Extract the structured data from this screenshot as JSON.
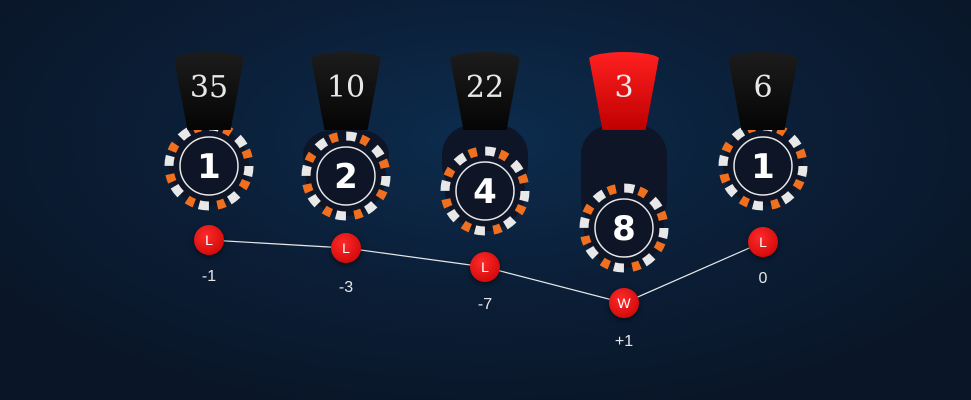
{
  "steps": [
    {
      "odds": "35",
      "bet": "1",
      "result": "L",
      "balance": "-1",
      "cup_color": "#111111"
    },
    {
      "odds": "10",
      "bet": "2",
      "result": "L",
      "balance": "-3",
      "cup_color": "#111111"
    },
    {
      "odds": "22",
      "bet": "4",
      "result": "L",
      "balance": "-7",
      "cup_color": "#111111"
    },
    {
      "odds": "3",
      "bet": "8",
      "result": "W",
      "balance": "+1",
      "cup_color": "#e00000"
    },
    {
      "odds": "6",
      "bet": "1",
      "result": "L",
      "balance": "0",
      "cup_color": "#111111"
    }
  ],
  "colors": {
    "background": "#0b1f38",
    "chip": "#0d1526",
    "chip_orange": "#f07020",
    "chip_white": "#e8e8e8",
    "result_dot": "#e00000"
  }
}
